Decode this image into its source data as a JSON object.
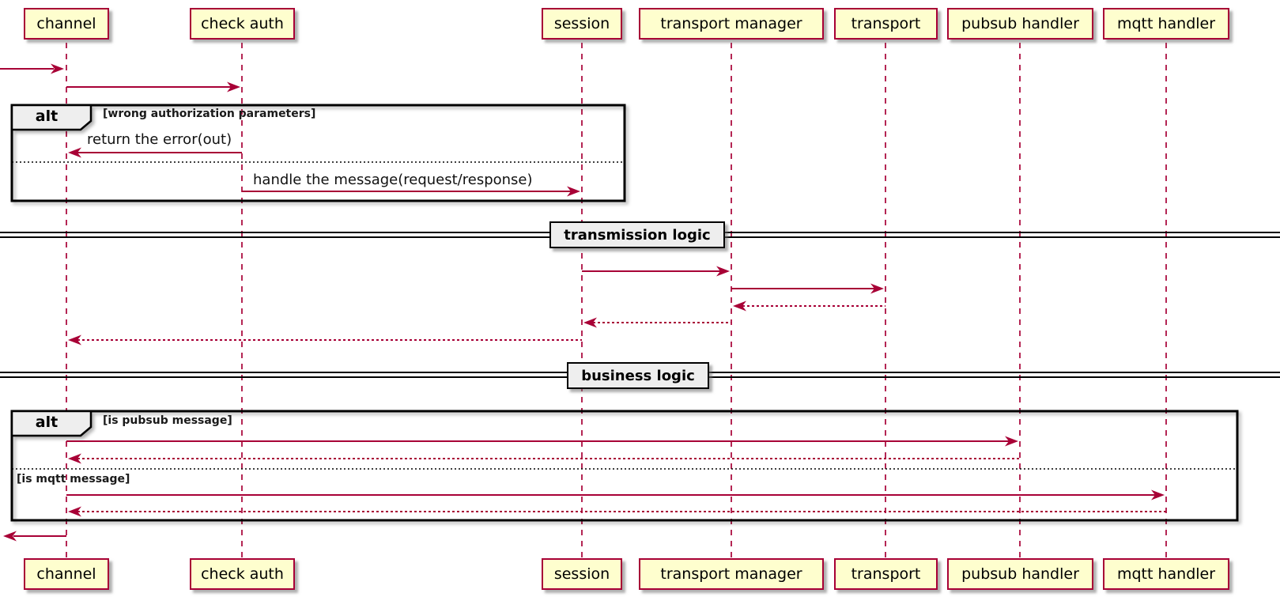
{
  "diagram": {
    "type": "sequence-diagram",
    "participants": [
      {
        "name": "channel"
      },
      {
        "name": "check auth"
      },
      {
        "name": "session"
      },
      {
        "name": "transport manager"
      },
      {
        "name": "transport"
      },
      {
        "name": "pubsub handler"
      },
      {
        "name": "mqtt handler"
      }
    ],
    "frames": [
      {
        "operator": "alt",
        "condition": "[wrong authorization parameters]",
        "else_condition": ""
      },
      {
        "operator": "alt",
        "condition": "[is pubsub message]",
        "else_condition": "[is mqtt message]"
      }
    ],
    "dividers": [
      {
        "label": "transmission logic"
      },
      {
        "label": "business logic"
      }
    ],
    "messages": [
      {
        "from": "(outside)",
        "to": "channel",
        "label": "",
        "style": "solid"
      },
      {
        "from": "channel",
        "to": "check auth",
        "label": "",
        "style": "solid"
      },
      {
        "from": "check auth",
        "to": "channel",
        "label": "return the error(out)",
        "style": "solid"
      },
      {
        "from": "check auth",
        "to": "session",
        "label": "handle the message(request/response)",
        "style": "solid"
      },
      {
        "from": "session",
        "to": "transport manager",
        "label": "",
        "style": "solid"
      },
      {
        "from": "transport manager",
        "to": "transport",
        "label": "",
        "style": "solid"
      },
      {
        "from": "transport",
        "to": "transport manager",
        "label": "",
        "style": "dashed"
      },
      {
        "from": "transport manager",
        "to": "session",
        "label": "",
        "style": "dashed"
      },
      {
        "from": "session",
        "to": "channel",
        "label": "",
        "style": "dashed"
      },
      {
        "from": "channel",
        "to": "pubsub handler",
        "label": "",
        "style": "solid"
      },
      {
        "from": "pubsub handler",
        "to": "channel",
        "label": "",
        "style": "dashed"
      },
      {
        "from": "channel",
        "to": "mqtt handler",
        "label": "",
        "style": "solid"
      },
      {
        "from": "mqtt handler",
        "to": "channel",
        "label": "",
        "style": "dashed"
      },
      {
        "from": "channel",
        "to": "(outside)",
        "label": "",
        "style": "solid"
      }
    ],
    "colors": {
      "line": "#A80036",
      "participant_fill": "#FEFECE",
      "participant_border": "#A80036",
      "frame_border": "#000000",
      "frame_label_fill": "#EEEEEE",
      "background": "#FFFFFF",
      "text": "#000000"
    }
  }
}
